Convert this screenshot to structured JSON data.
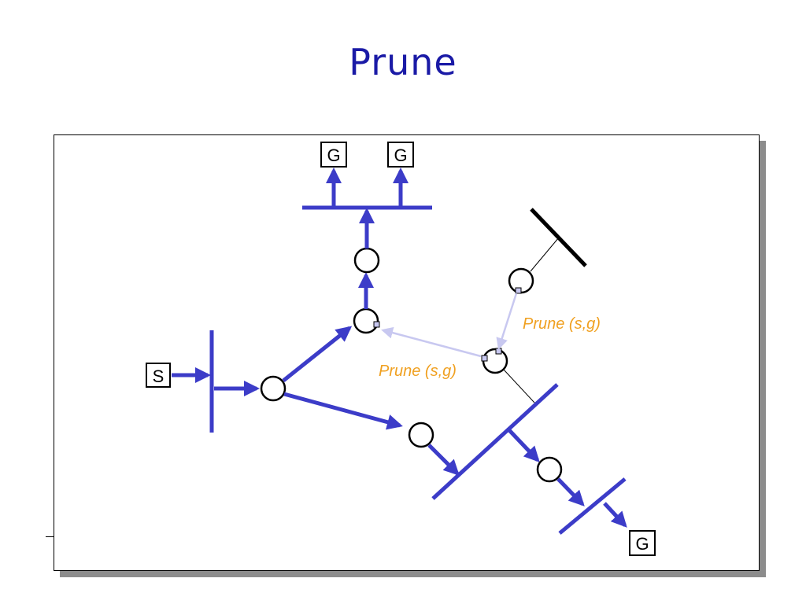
{
  "title": "Prune",
  "nodes": {
    "source_label": "S",
    "group_label_1": "G",
    "group_label_2": "G",
    "group_label_3": "G"
  },
  "annotations": {
    "prune_upper": "Prune (s,g)",
    "prune_lower": "Prune (s,g)"
  },
  "colors": {
    "title": "#1a1aa6",
    "multicast_path": "#3c3cc8",
    "prune_arrow": "#c8c8f0",
    "prune_text": "#f0a020",
    "pruned_link": "#000000"
  }
}
